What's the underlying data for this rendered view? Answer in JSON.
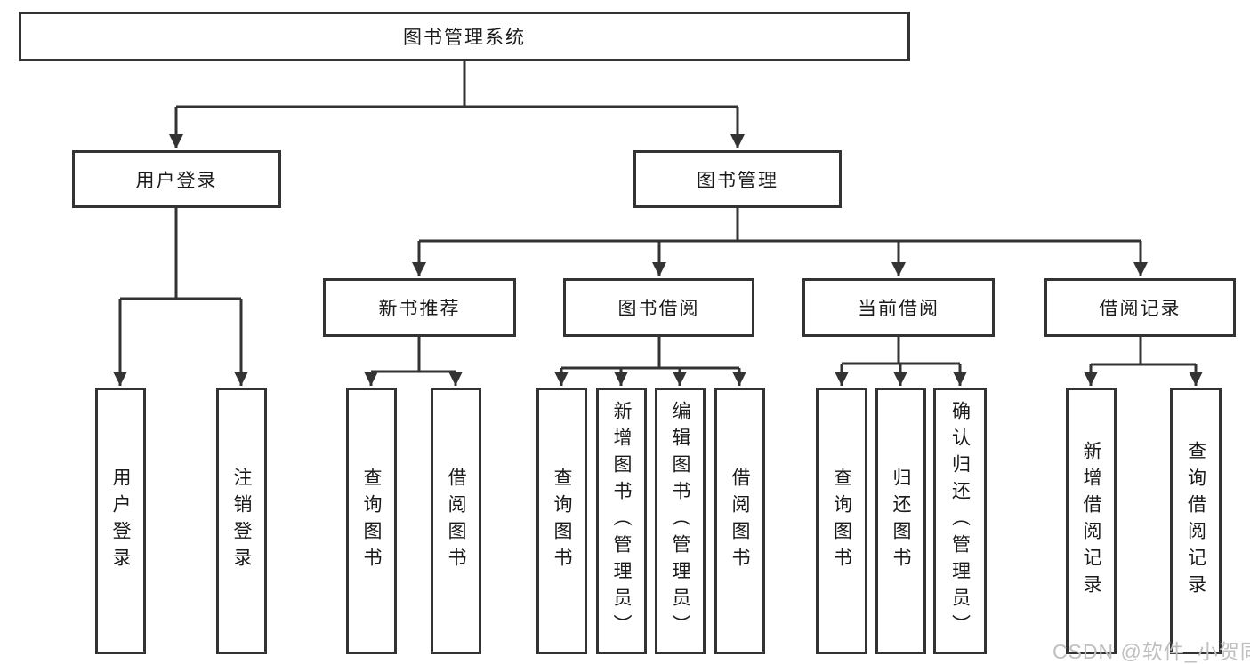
{
  "diagram": {
    "title": "图书管理系统",
    "root": {
      "label": "图书管理系统"
    },
    "level2": {
      "user_login": {
        "label": "用户登录"
      },
      "book_management": {
        "label": "图书管理"
      }
    },
    "level3": {
      "new_book_recommend": {
        "label": "新书推荐"
      },
      "book_borrow": {
        "label": "图书借阅"
      },
      "current_borrow": {
        "label": "当前借阅"
      },
      "borrow_record": {
        "label": "借阅记录"
      }
    },
    "leaves": {
      "user_login": "用户登录",
      "logout": "注销登录",
      "query_book_recommend": "查询图书",
      "borrow_book_recommend": "借阅图书",
      "query_book_borrow": "查询图书",
      "add_book_admin": "新增图书（管理员）",
      "edit_book_admin": "编辑图书（管理员）",
      "borrow_book": "借阅图书",
      "query_book_current": "查询图书",
      "return_book": "归还图书",
      "confirm_return_admin": "确认归还（管理员）",
      "add_borrow_record": "新增借阅记录",
      "query_borrow_record": "查询借阅记录"
    }
  },
  "watermark": {
    "text": "CSDN @软件_小贺同学"
  },
  "colors": {
    "line": "#333333",
    "box_border": "#333333",
    "text": "#1a1a1a",
    "watermark": "#bfbfbf",
    "background": "#ffffff"
  }
}
